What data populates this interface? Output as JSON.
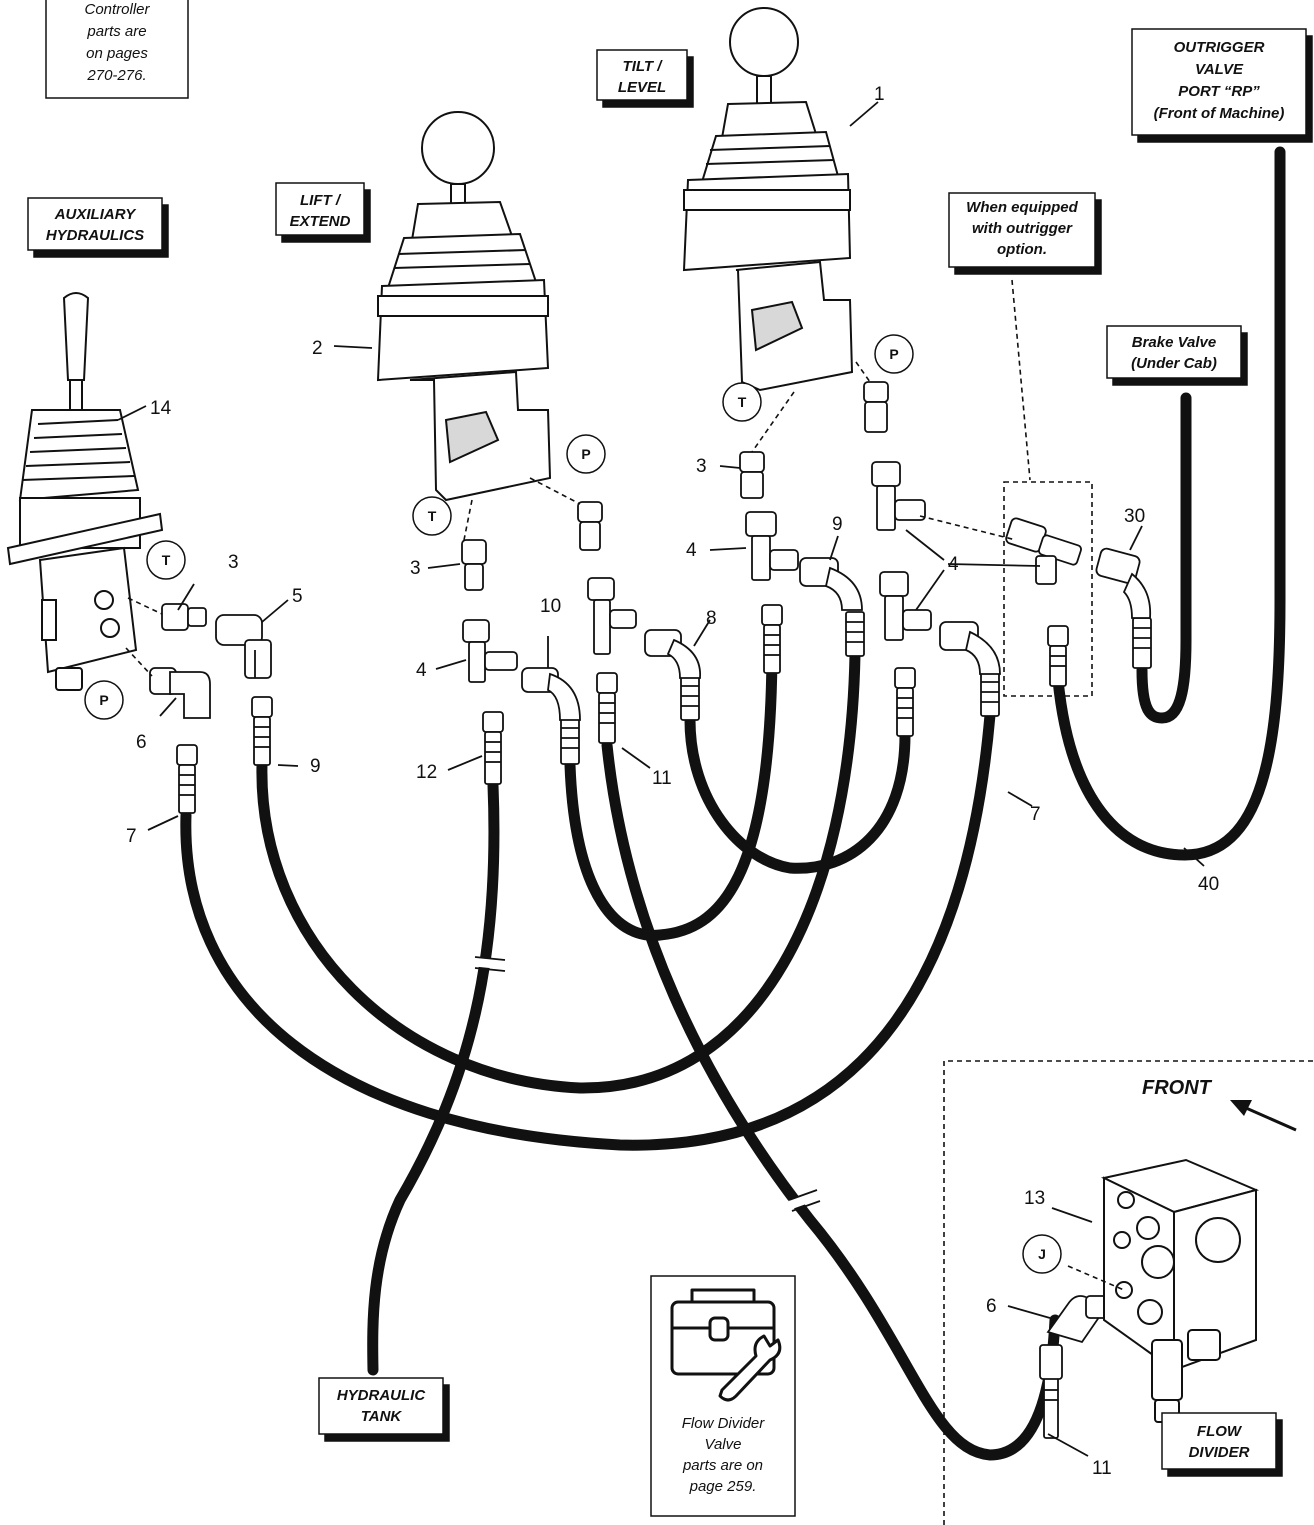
{
  "notes": {
    "controller_parts": [
      "Controller",
      "parts are",
      "on pages",
      "270-276."
    ],
    "flow_divider_parts": [
      "Flow Divider",
      "Valve",
      "parts are on",
      "page 259."
    ]
  },
  "boxes": {
    "auxiliary": [
      "AUXILIARY",
      "HYDRAULICS"
    ],
    "lift_extend": [
      "LIFT /",
      "EXTEND"
    ],
    "tilt_level": [
      "TILT /",
      "LEVEL"
    ],
    "outrigger_valve": [
      "OUTRIGGER",
      "VALVE",
      "PORT “RP”",
      "(Front of Machine)"
    ],
    "when_equipped": [
      "When equipped",
      "with outrigger",
      "option."
    ],
    "brake_valve": [
      "Brake Valve",
      "(Under Cab)"
    ],
    "hydraulic_tank": [
      "HYDRAULIC",
      "TANK"
    ],
    "flow_divider": [
      "FLOW",
      "DIVIDER"
    ]
  },
  "front_label": "FRONT",
  "port_labels": {
    "aux_t": "T",
    "aux_p": "P",
    "lift_t": "T",
    "lift_p": "P",
    "tilt_t": "T",
    "tilt_p": "P",
    "flow_j": "J"
  },
  "callouts": {
    "c1": "1",
    "c2": "2",
    "c14": "14",
    "c3_aux": "3",
    "c3_lift": "3",
    "c3_tilt": "3",
    "c5": "5",
    "c6_aux": "6",
    "c6_flow": "6",
    "c7_left": "7",
    "c7_right": "7",
    "c9_aux": "9",
    "c9_mid": "9",
    "c4_lift": "4",
    "c4_tilt": "4",
    "c4_right": "4",
    "c10": "10",
    "c8": "8",
    "c12": "12",
    "c11_mid": "11",
    "c11_low": "11",
    "c30": "30",
    "c40": "40",
    "c13": "13"
  },
  "colors": {
    "ink": "#111111",
    "paper": "#ffffff",
    "shading": "#d8d8d8"
  }
}
